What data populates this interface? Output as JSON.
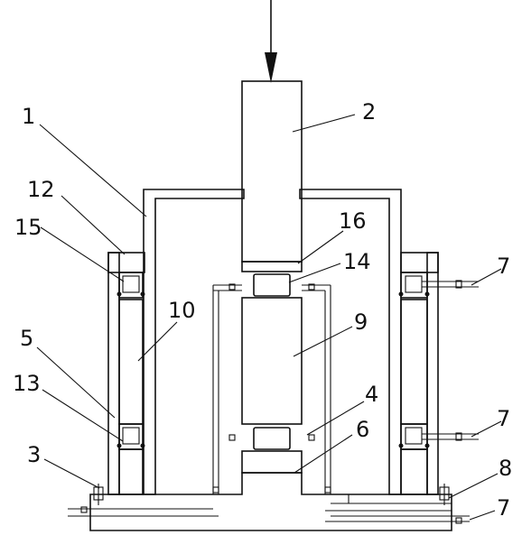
{
  "labels": {
    "l1": "1",
    "l2": "2",
    "l3": "3",
    "l4": "4",
    "l5": "5",
    "l6": "6",
    "l7a": "7",
    "l7b": "7",
    "l7c": "7",
    "l8": "8",
    "l9": "9",
    "l10": "10",
    "l12": "12",
    "l13": "13",
    "l14": "14",
    "l15": "15",
    "l16": "16"
  }
}
